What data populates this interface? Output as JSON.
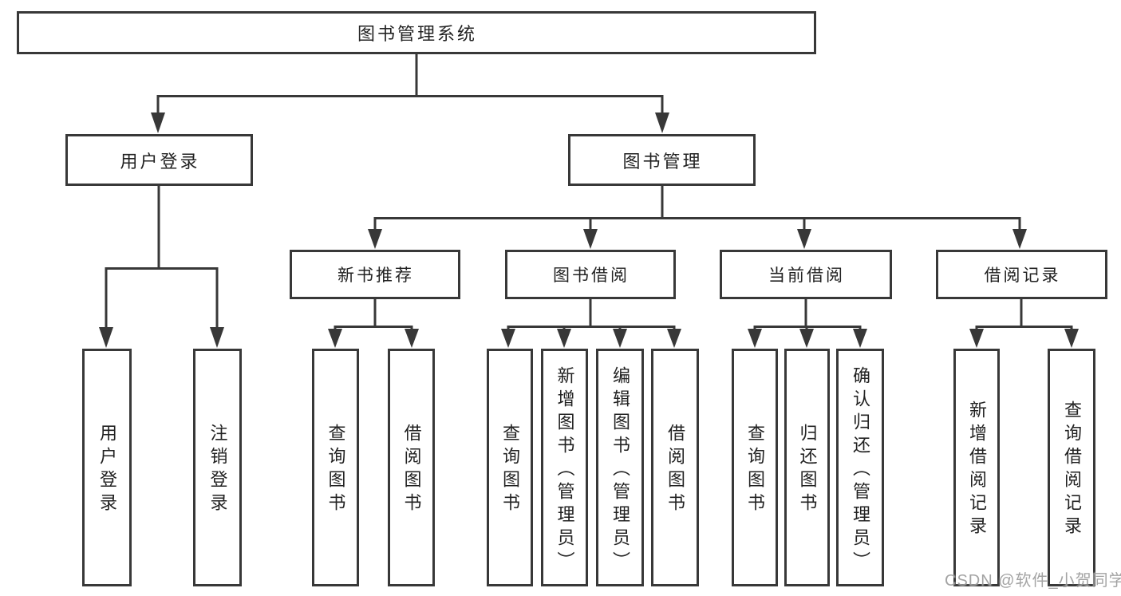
{
  "diagram": {
    "title": "图书管理系统",
    "root": {
      "label": "图书管理系统"
    },
    "level2": [
      {
        "id": "user-login",
        "label": "用户登录"
      },
      {
        "id": "book-management",
        "label": "图书管理"
      }
    ],
    "level3": [
      {
        "id": "new-book-recommend",
        "label": "新书推荐"
      },
      {
        "id": "book-borrowing",
        "label": "图书借阅"
      },
      {
        "id": "current-borrowing",
        "label": "当前借阅"
      },
      {
        "id": "borrowing-records",
        "label": "借阅记录"
      }
    ],
    "leaves": [
      {
        "id": "user-login-leaf",
        "parent": "用户登录",
        "label": "用户登录"
      },
      {
        "id": "logout",
        "parent": "用户登录",
        "label": "注销登录"
      },
      {
        "id": "query-books-1",
        "parent": "新书推荐",
        "label": "查询图书"
      },
      {
        "id": "borrow-books-1",
        "parent": "新书推荐",
        "label": "借阅图书"
      },
      {
        "id": "query-books-2",
        "parent": "图书借阅",
        "label": "查询图书"
      },
      {
        "id": "add-books-admin",
        "parent": "图书借阅",
        "label": "新增图书（管理员）"
      },
      {
        "id": "edit-books-admin",
        "parent": "图书借阅",
        "label": "编辑图书（管理员）"
      },
      {
        "id": "borrow-books-2",
        "parent": "图书借阅",
        "label": "借阅图书"
      },
      {
        "id": "query-books-3",
        "parent": "当前借阅",
        "label": "查询图书"
      },
      {
        "id": "return-books",
        "parent": "当前借阅",
        "label": "归还图书"
      },
      {
        "id": "confirm-return-admin",
        "parent": "当前借阅",
        "label": "确认归还（管理员）"
      },
      {
        "id": "add-borrow-record",
        "parent": "借阅记录",
        "label": "新增借阅记录"
      },
      {
        "id": "query-borrow-record",
        "parent": "借阅记录",
        "label": "查询借阅记录"
      }
    ]
  },
  "watermark": {
    "text": "CSDN @软件_小贺同学"
  },
  "colors": {
    "line": "#383838",
    "text": "#222222",
    "background": "#ffffff",
    "watermark": "#969696"
  }
}
